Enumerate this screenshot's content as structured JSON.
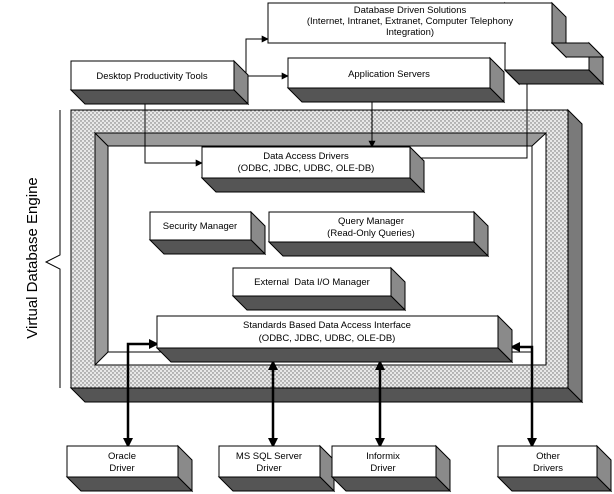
{
  "engine_label": "Virtual Database Engine",
  "boxes": {
    "db_solutions": [
      "Database Driven Solutions",
      "(Internet, Intranet, Extranet, Computer Telephony",
      "Integration)"
    ],
    "desktop_tools": [
      "Desktop Productivity Tools"
    ],
    "app_servers": [
      "Application Servers"
    ],
    "data_access_drivers": [
      "Data Access Drivers",
      "(ODBC, JDBC, UDBC, OLE-DB)"
    ],
    "security_manager": [
      "Security Manager"
    ],
    "query_manager": [
      "Query Manager",
      "(Read-Only Queries)"
    ],
    "external_io": [
      "External  Data I/O Manager"
    ],
    "standards_interface": [
      "Standards Based Data Access Interface",
      "(ODBC, JDBC, UDBC, OLE-DB)"
    ],
    "oracle_driver": [
      "Oracle",
      "Driver"
    ],
    "mssql_driver": [
      "MS SQL Server",
      "Driver"
    ],
    "informix_driver": [
      "Informix",
      "Driver"
    ],
    "other_drivers": [
      "Other",
      "Drivers"
    ]
  },
  "colors": {
    "outline": "#000000",
    "shadow_side": "#8a8a8a",
    "shadow_bottom": "#555555",
    "stipple": "#9a9a9a",
    "stipple_bg": "#e8e8e8"
  }
}
